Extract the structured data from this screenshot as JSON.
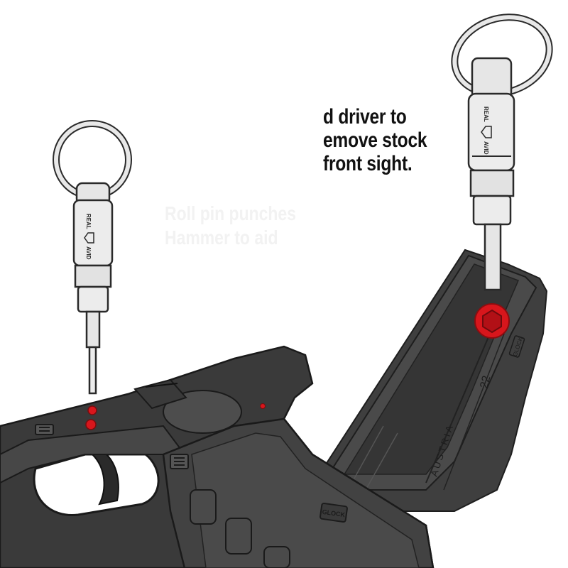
{
  "caption": {
    "lines": [
      "d driver to",
      "emove stock",
      "front sight."
    ]
  },
  "faded_caption": {
    "lines": [
      "Roll pin punches",
      "Hammer to aid"
    ]
  },
  "tool_left": {
    "label_top": "REAL",
    "label_bottom": "AVID"
  },
  "tool_right": {
    "label_top": "REAL",
    "label_bottom": "AVID"
  },
  "frame": {
    "logo_text": "GLOCK"
  },
  "slide": {
    "engraving_country": "AUSTRIA",
    "engraving_caliber": "22",
    "logo_text": "GLOCK"
  },
  "colors": {
    "outline": "#2b2b2b",
    "frame_fill": "#3a3a3a",
    "slide_fill": "#404040",
    "tool_fill": "#ececec",
    "highlight_red": "#d8161c"
  }
}
